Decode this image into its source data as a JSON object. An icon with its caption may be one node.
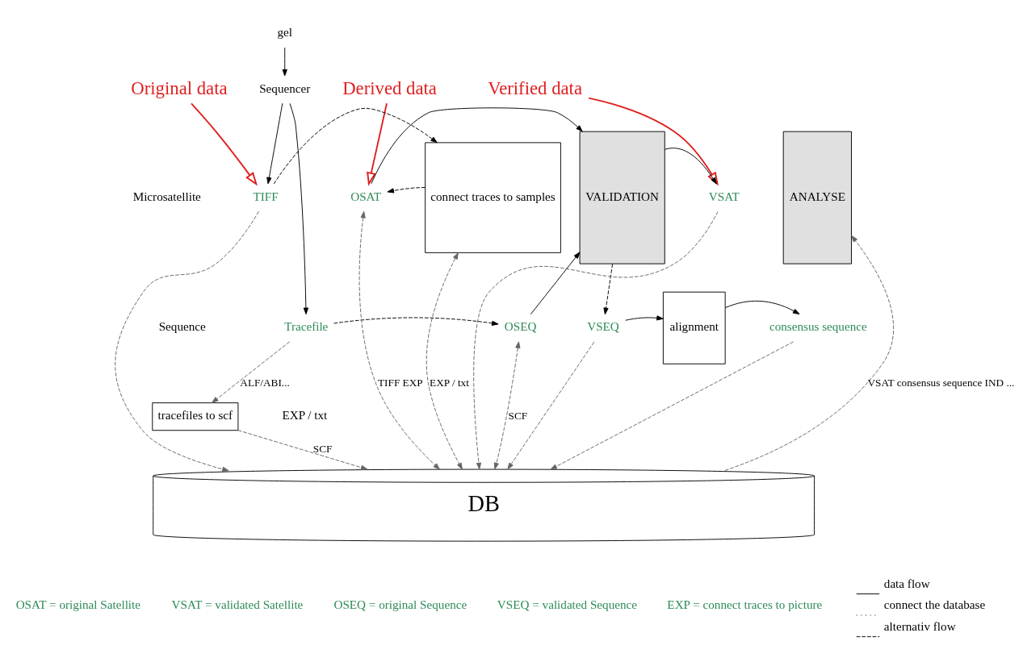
{
  "diagram": {
    "nodes": [
      {
        "text": [
          "Original data"
        ]
      },
      {
        "text": [
          "Derived data"
        ]
      },
      {
        "text": [
          "Verified data"
        ]
      },
      {
        "text": [
          "gel"
        ]
      },
      {
        "text": [
          "Sequencer"
        ]
      },
      {
        "text": [
          "TIFF"
        ]
      },
      {
        "text": [
          "Tracefile"
        ]
      },
      {
        "text": [
          "connect traces to samples"
        ]
      },
      {
        "text": [
          "OSAT"
        ]
      },
      {
        "text": [
          "OSEQ"
        ]
      },
      {
        "text": [
          "VALIDATION"
        ]
      },
      {
        "text": [
          "VSAT"
        ]
      },
      {
        "text": [
          "VSEQ"
        ]
      },
      {
        "text": [
          "alignment"
        ]
      },
      {
        "text": [
          "consensus sequence"
        ]
      },
      {
        "text": [
          "ANALYSE"
        ]
      },
      {
        "text": [
          "tracefiles to scf"
        ]
      },
      {
        "text": [
          "DB"
        ]
      }
    ],
    "edges": [
      {
        "from": 0,
        "to": 5,
        "arrow": "to",
        "color": "#e02020"
      },
      {
        "from": 1,
        "to": 8,
        "arrow": "to",
        "color": "#e02020"
      },
      {
        "from": 2,
        "to": 11,
        "arrow": "to",
        "color": "#e02020"
      },
      {
        "from": 3,
        "to": 4,
        "arrow": "to"
      },
      {
        "from": 4,
        "to": 5,
        "arrow": "to"
      },
      {
        "from": 4,
        "to": 6,
        "arrow": "to"
      },
      {
        "from": 5,
        "to": 7,
        "arrow": "to",
        "style": "dashed"
      },
      {
        "from": 7,
        "to": 8,
        "arrow": "to",
        "style": "dashed"
      },
      {
        "from": 6,
        "to": 9,
        "arrow": "to",
        "style": "dashed"
      },
      {
        "from": 8,
        "to": 10,
        "arrow": "to"
      },
      {
        "from": 9,
        "to": 10,
        "arrow": "to"
      },
      {
        "from": 10,
        "to": 11,
        "arrow": "to"
      },
      {
        "from": 10,
        "to": 12,
        "arrow": "to",
        "style": "dashed"
      },
      {
        "from": 12,
        "to": 13,
        "arrow": "to"
      },
      {
        "from": 13,
        "to": 14,
        "arrow": "to"
      },
      {
        "from": 6,
        "to": 16,
        "label": "ALF/ABI...",
        "arrow": "to",
        "style": "dashed",
        "color": "#666666"
      },
      {
        "from": 16,
        "to": 17,
        "label": "SCF",
        "arrow": "to",
        "style": "dashed",
        "color": "#666666"
      },
      {
        "from": 5,
        "to": 17,
        "arrow": "to",
        "style": "dashed",
        "color": "#666666"
      },
      {
        "from": 7,
        "to": 17,
        "label": "EXP / txt",
        "arrow": "both",
        "style": "dashed",
        "color": "#666666"
      },
      {
        "from": 9,
        "to": 17,
        "label": "SCF",
        "arrow": "both",
        "style": "dashed",
        "color": "#666666"
      },
      {
        "from": 8,
        "to": 17,
        "label": "TIFF EXP",
        "arrow": "both",
        "style": "dashed",
        "color": "#666666"
      },
      {
        "from": 12,
        "to": 17,
        "arrow": "to",
        "style": "dashed",
        "color": "#666666"
      },
      {
        "from": 11,
        "to": 17,
        "arrow": "to",
        "style": "dashed",
        "color": "#666666"
      },
      {
        "from": 14,
        "to": 17,
        "arrow": "to",
        "style": "dashed",
        "color": "#666666"
      },
      {
        "from": 17,
        "to": 15,
        "label": "VSAT consensus sequence IND ...",
        "arrow": "to",
        "style": "dashed",
        "color": "#666666"
      }
    ],
    "labels": [
      "Microsatellite",
      "Sequence",
      "EXP / txt",
      "OSAT = original Satellite",
      "VSAT = validated Satellite",
      "OSEQ = original Sequence",
      "VSEQ = validated Sequence",
      "EXP = connect traces to picture"
    ],
    "legend": [
      {
        "text": "data flow"
      },
      {
        "text": "connect the database"
      },
      {
        "text": "alternativ flow"
      }
    ]
  }
}
